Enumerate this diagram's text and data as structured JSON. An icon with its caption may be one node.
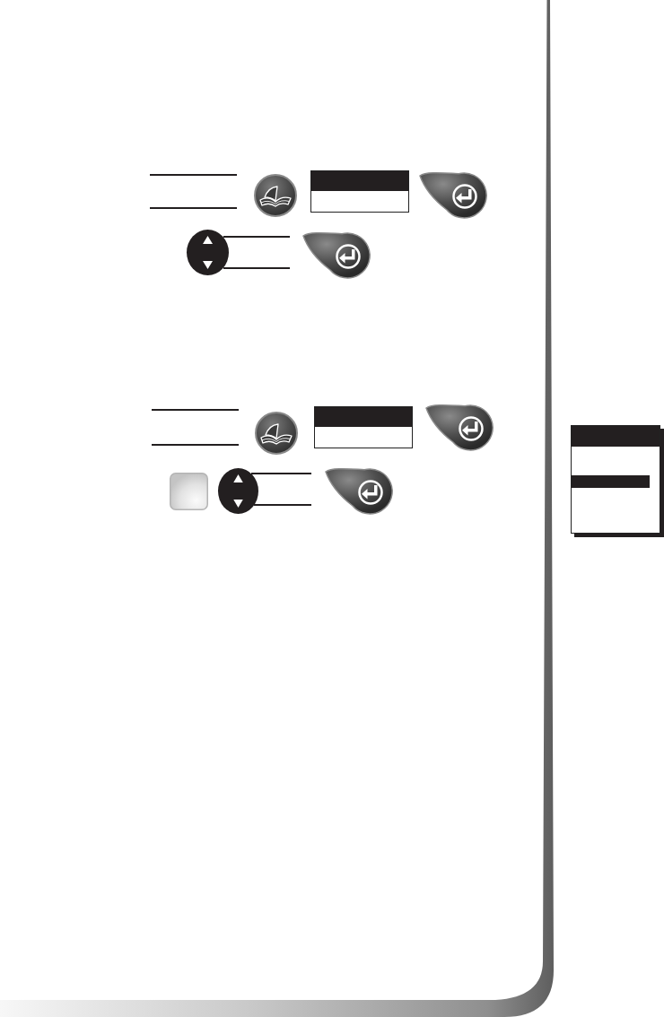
{
  "diagram": {
    "nodes": [
      {
        "text": [],
        "shape": "circle"
      },
      {
        "text": [],
        "shape": "box"
      },
      {
        "text": [],
        "shape": "drop"
      },
      {
        "text": [],
        "shape": "oval"
      },
      {
        "text": [],
        "shape": "drop"
      },
      {
        "text": [],
        "shape": "circle"
      },
      {
        "text": [],
        "shape": "box"
      },
      {
        "text": [],
        "shape": "drop"
      },
      {
        "text": [],
        "shape": "square"
      },
      {
        "text": [],
        "shape": "oval"
      },
      {
        "text": [],
        "shape": "drop"
      },
      {
        "text": [],
        "shape": "box"
      }
    ]
  }
}
